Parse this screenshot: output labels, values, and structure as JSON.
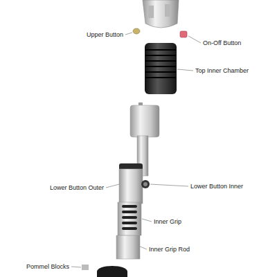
{
  "diagram": {
    "labels": [
      "Upper Button",
      "On-Off Button",
      "Top Inner Chamber",
      "Lower Button Outer",
      "Lower Button Inner",
      "Inner Grip",
      "Inner Grip Rod",
      "Pommel Blocks"
    ]
  }
}
